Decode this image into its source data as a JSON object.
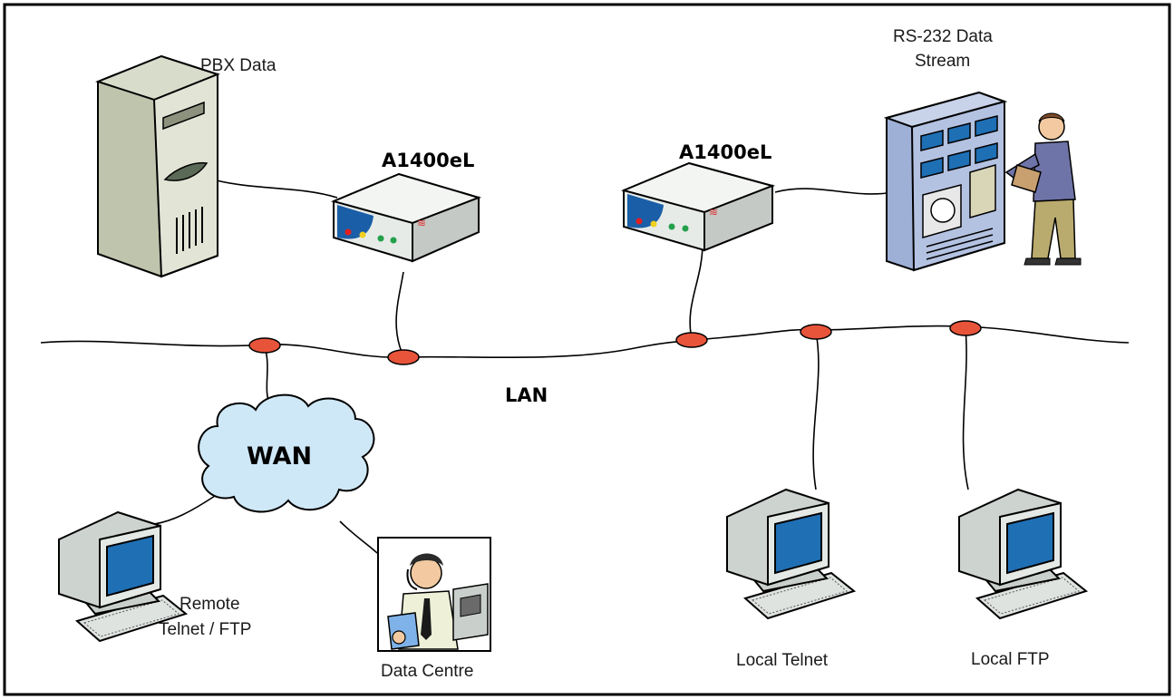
{
  "labels": {
    "pbx": "PBX Data",
    "rs232_line1": "RS-232 Data",
    "rs232_line2": "Stream",
    "device_left": "A1400eL",
    "device_right": "A1400eL",
    "lan": "LAN",
    "wan": "WAN",
    "remote_line1": "Remote",
    "remote_line2": "Telnet / FTP",
    "data_centre": "Data Centre",
    "local_telnet": "Local Telnet",
    "local_ftp": "Local FTP"
  },
  "colors": {
    "node": "#e8543a",
    "cloud": "#cfe8f7",
    "screen": "#1f6fb5",
    "device_panel": "#1a5ea8",
    "server": "#c9cdb8",
    "rack": "#a9b9dc"
  },
  "icons": [
    "server-icon",
    "network-device-icon",
    "control-panel-icon",
    "engineer-icon",
    "computer-icon",
    "cloud-icon",
    "operator-icon"
  ]
}
